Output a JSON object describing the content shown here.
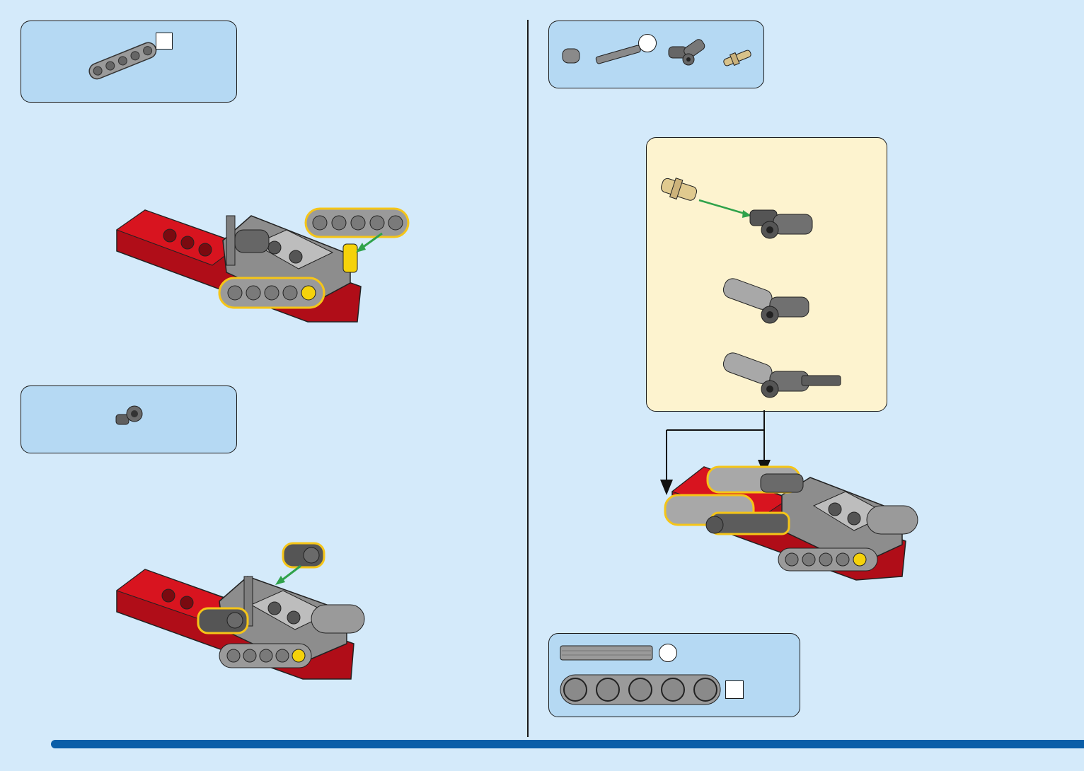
{
  "page": {
    "number": ""
  },
  "colors": {
    "background": "#d4eafa",
    "parts_panel": "#b5d9f3",
    "subassembly_panel": "#fdf3cf",
    "accent_bar": "#0a5ea8",
    "arrow_green": "#2fa24a",
    "highlight": "#f5c518",
    "brick_red": "#c8101e",
    "grey": "#9a9a9a",
    "dark_grey": "#555555"
  },
  "steps": [
    {
      "id": "step-a",
      "parts": [
        {
          "icon": "liftarm-5-icon",
          "qty_marker": "square"
        }
      ]
    },
    {
      "id": "step-b",
      "parts": [
        {
          "icon": "axle-connector-icon"
        }
      ]
    },
    {
      "id": "step-c",
      "parts": [
        {
          "icon": "bush-icon"
        },
        {
          "icon": "axle-icon",
          "qty_marker": "circle"
        },
        {
          "icon": "angle-connector-icon"
        },
        {
          "icon": "pin-tan-icon"
        }
      ]
    },
    {
      "id": "step-c-ref",
      "parts": [
        {
          "icon": "axle-ref-icon",
          "qty_marker": "circle"
        },
        {
          "icon": "liftarm-ref-icon",
          "qty_marker": "square"
        }
      ]
    }
  ]
}
